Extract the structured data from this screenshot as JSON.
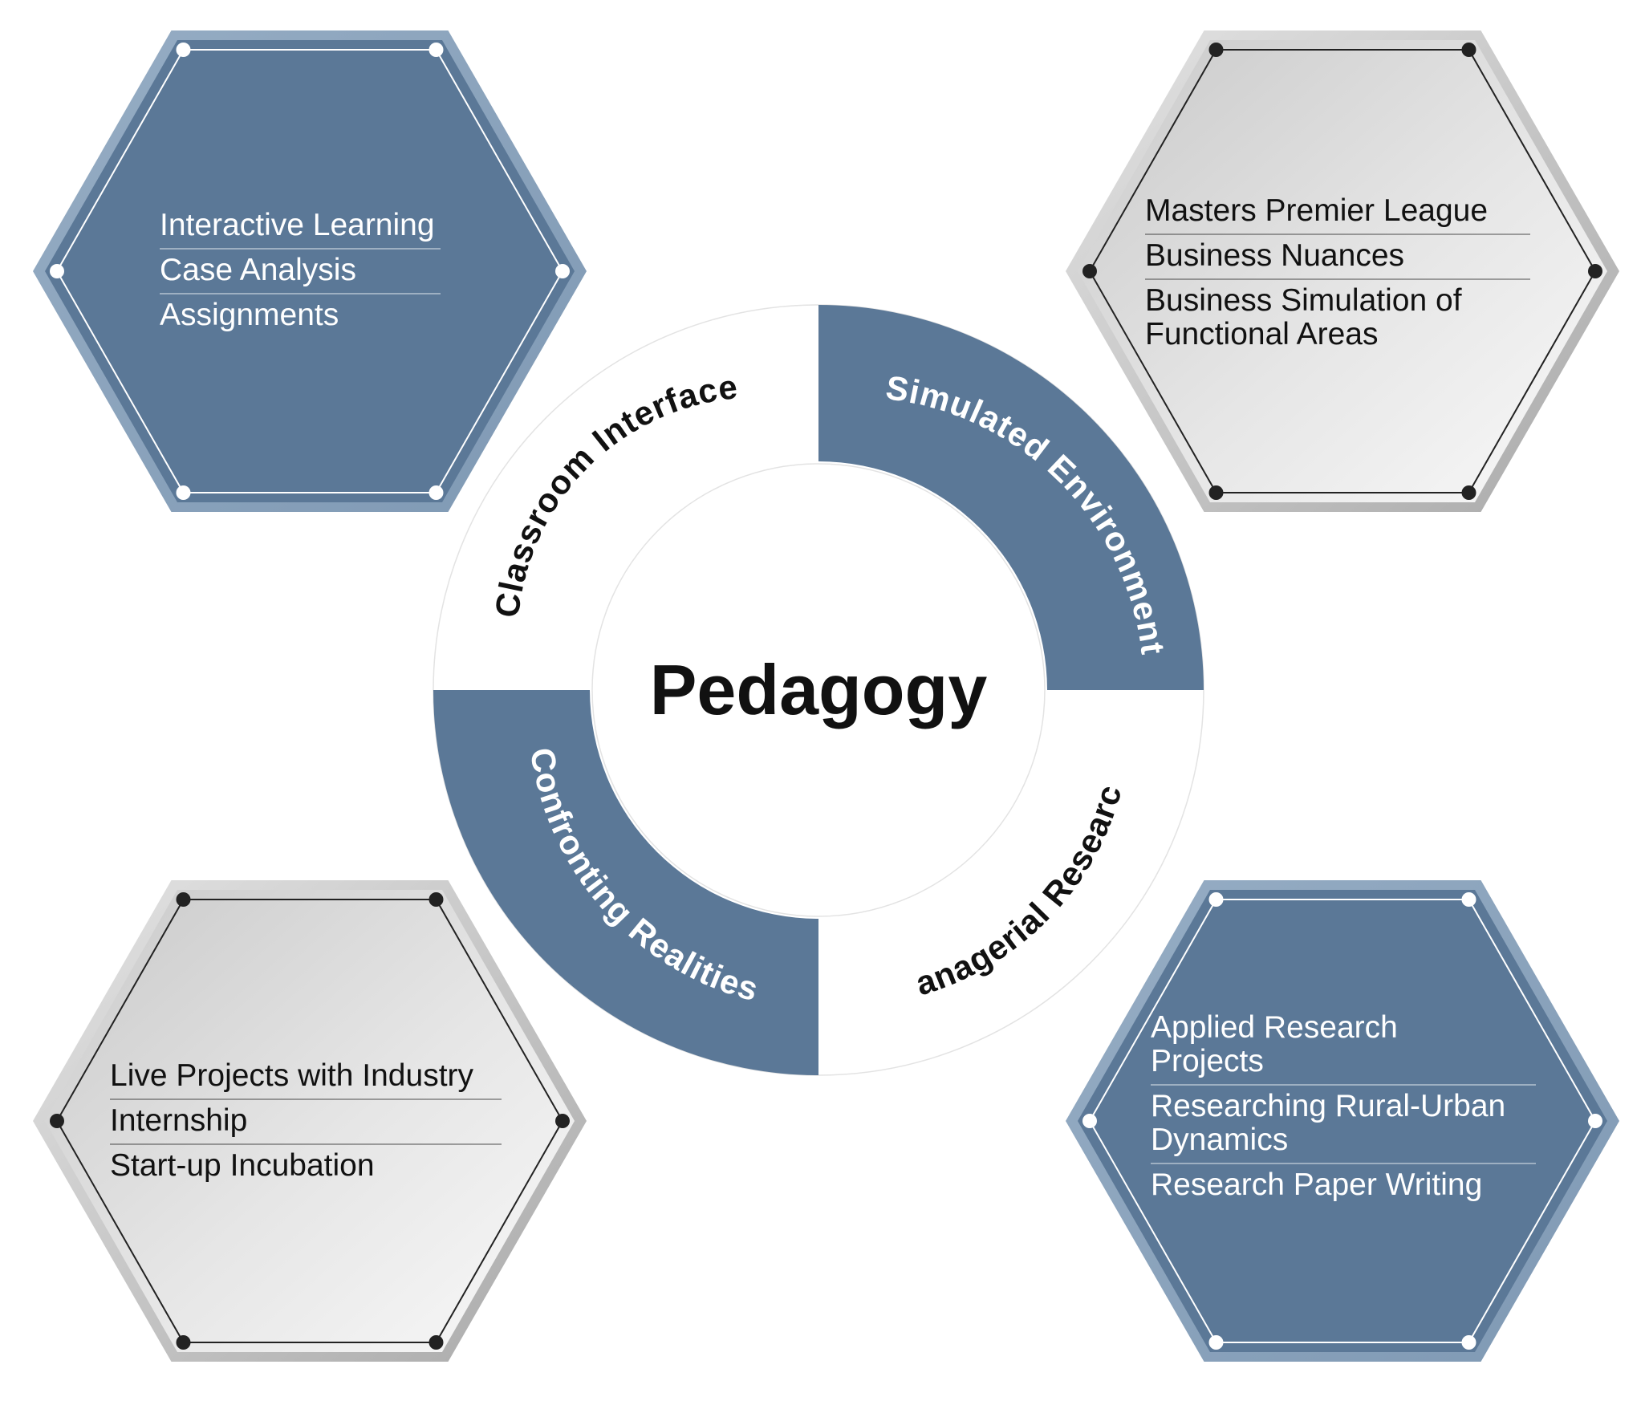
{
  "center": {
    "title": "Pedagogy"
  },
  "ring": {
    "segments": [
      {
        "label": "Classroom Interface",
        "style": "light"
      },
      {
        "label": "Simulated Environment",
        "style": "dark"
      },
      {
        "label": "Managerial Research",
        "style": "light"
      },
      {
        "label": "Confronting Realities",
        "style": "dark"
      }
    ]
  },
  "hexagons": [
    {
      "position": "top-left",
      "style": "blue",
      "items": [
        {
          "lines": [
            "Interactive Learning"
          ]
        },
        {
          "lines": [
            "Case Analysis"
          ]
        },
        {
          "lines": [
            "Assignments"
          ]
        }
      ]
    },
    {
      "position": "top-right",
      "style": "grey",
      "items": [
        {
          "lines": [
            "Masters Premier League"
          ]
        },
        {
          "lines": [
            "Business Nuances"
          ]
        },
        {
          "lines": [
            "Business Simulation of",
            "Functional Areas"
          ]
        }
      ]
    },
    {
      "position": "bottom-left",
      "style": "grey",
      "items": [
        {
          "lines": [
            "Live Projects with Industry"
          ]
        },
        {
          "lines": [
            "Internship"
          ]
        },
        {
          "lines": [
            "Start-up Incubation"
          ]
        }
      ]
    },
    {
      "position": "bottom-right",
      "style": "blue",
      "items": [
        {
          "lines": [
            "Applied Research",
            "Projects"
          ]
        },
        {
          "lines": [
            "Researching Rural-Urban",
            "Dynamics"
          ]
        },
        {
          "lines": [
            "Research Paper Writing"
          ]
        }
      ]
    }
  ],
  "colors": {
    "blue_fill": "#5b7897",
    "blue_rim": "#8aa3bd",
    "grey_rim": "#b4b4b4",
    "grey_light": "#f7f7f7",
    "grey_dark": "#c9c9c9",
    "text_dark": "#111111",
    "text_light": "#ffffff"
  }
}
